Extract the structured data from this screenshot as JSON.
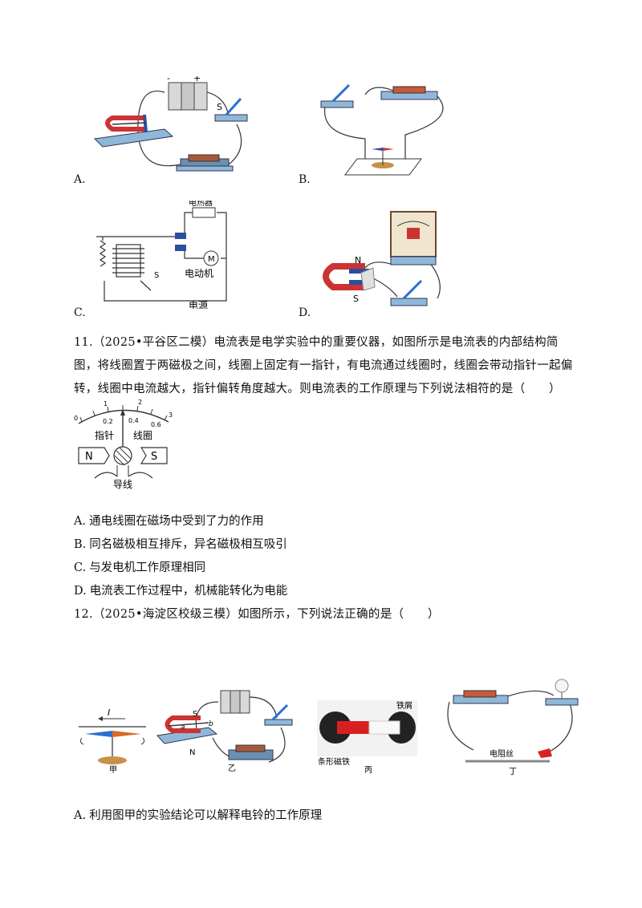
{
  "prev_question": {
    "options": [
      {
        "label": "A."
      },
      {
        "label": "B."
      },
      {
        "label": "C.",
        "diagram_labels": {
          "heater": "电热器",
          "motor": "电动机",
          "motor_symbol": "M",
          "power": "电源",
          "switch": "S"
        }
      },
      {
        "label": "D.",
        "diagram_labels": {
          "north": "N",
          "south": "S"
        }
      }
    ],
    "diagram_a_labels": {
      "minus": "-",
      "plus": "+",
      "switch": "S"
    }
  },
  "q11": {
    "number": "11.",
    "source": "（2025•平谷区二模）",
    "text": "电流表是电学实验中的重要仪器，如图所示是电流表的内部结构简图，将线圈置于两磁极之间，线圈上固定有一指针，有电流通过线圈时，线圈会带动指针一起偏转，线圈中电流越大，指针偏转角度越大。则电流表的工作原理与下列说法相符的是（　　）",
    "diagram": {
      "scale_top": [
        "0",
        "1",
        "2",
        "3"
      ],
      "scale_bottom": [
        "0.2",
        "0.4",
        "0.6"
      ],
      "pointer": "指针",
      "coil": "线圈",
      "north": "N",
      "south": "S",
      "wire": "导线"
    },
    "options": [
      {
        "label": "A.",
        "text": "通电线圈在磁场中受到了力的作用"
      },
      {
        "label": "B.",
        "text": "同名磁极相互排斥，异名磁极相互吸引"
      },
      {
        "label": "C.",
        "text": "与发电机工作原理相同"
      },
      {
        "label": "D.",
        "text": "电流表工作过程中，机械能转化为电能"
      }
    ]
  },
  "q12": {
    "number": "12.",
    "source": "（2025•海淀区校级三模）",
    "text": "如图所示，下列说法正确的是（　　）",
    "figures": {
      "jia": {
        "caption": "甲",
        "current": "I"
      },
      "yi": {
        "caption": "乙",
        "south": "S",
        "north": "N",
        "a": "a",
        "b": "b"
      },
      "bing": {
        "caption": "丙",
        "filings": "铁屑",
        "magnet": "条形磁铁"
      },
      "ding": {
        "caption": "丁",
        "wire": "电阻丝"
      }
    },
    "options": [
      {
        "label": "A.",
        "text": "利用图甲的实验结论可以解释电铃的工作原理"
      }
    ]
  }
}
